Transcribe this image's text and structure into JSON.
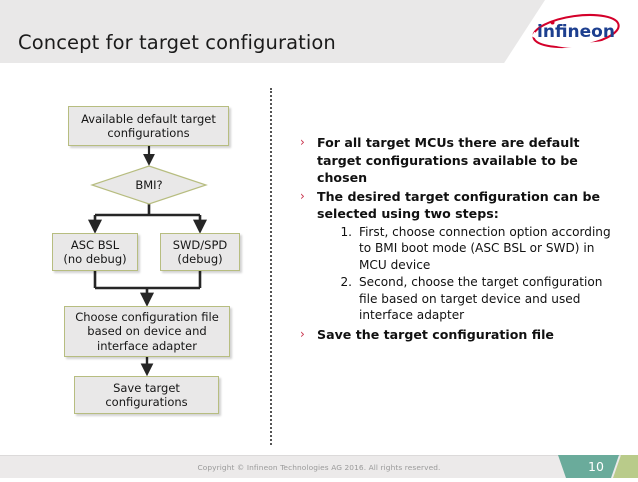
{
  "header": {
    "title": "Concept for target configuration",
    "logo_text": "infineon",
    "logo_color": "#1d3f8f",
    "logo_ring_color": "#d4002a",
    "band_color": "#e9e8e8"
  },
  "flowchart": {
    "node_fill": "#e9e8e8",
    "node_border": "#b7bd80",
    "connector_color": "#262626",
    "nodes": [
      {
        "id": "available",
        "shape": "rect",
        "label": "Available default target\nconfigurations"
      },
      {
        "id": "bmi",
        "shape": "diamond",
        "label": "BMI?"
      },
      {
        "id": "asc",
        "shape": "rect",
        "label": "ASC BSL\n(no debug)"
      },
      {
        "id": "swd",
        "shape": "rect",
        "label": "SWD/SPD\n(debug)"
      },
      {
        "id": "choose",
        "shape": "rect",
        "label": "Choose configuration file\nbased on device and\ninterface adapter"
      },
      {
        "id": "save",
        "shape": "rect",
        "label": "Save target\nconfigurations"
      }
    ]
  },
  "content": {
    "bullet_glyph": "›",
    "bullet_color": "#c8324b",
    "bullets": [
      {
        "text": "For all target MCUs there are default target configurations available to be chosen"
      },
      {
        "text": "The desired target configuration can be selected using two steps:"
      },
      {
        "text": "Save the target configuration file"
      }
    ],
    "numbered": [
      {
        "marker": "1.",
        "text": "First, choose connection option according to BMI boot mode (ASC BSL or SWD) in MCU device"
      },
      {
        "marker": "2.",
        "text": "Second, choose the target configuration file based on target device and used interface adapter"
      }
    ]
  },
  "footer": {
    "copyright": "Copyright © Infineon Technologies AG 2016. All rights reserved.",
    "page_number": "10",
    "badge_color": "#6aab9b",
    "accent_color": "#b9cb8a",
    "band_color": "#eceaea"
  }
}
